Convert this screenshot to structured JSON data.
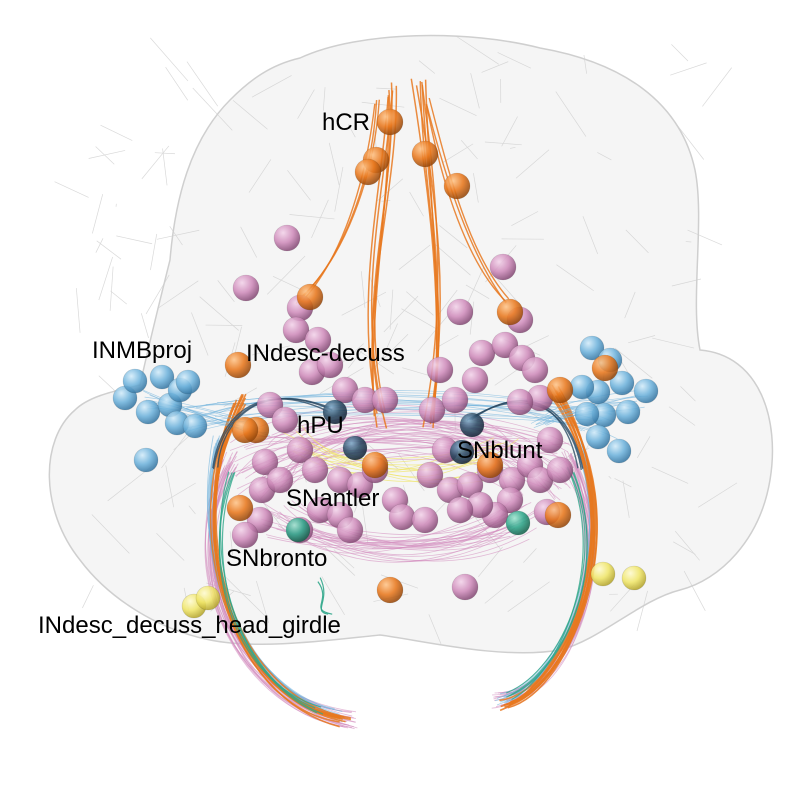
{
  "figure": {
    "labels": {
      "hCR": "hCR",
      "INMBproj": "INMBproj",
      "INdesc_decuss": "INdesc-decuss",
      "hPU": "hPU",
      "SNblunt": "SNblunt",
      "SNantler": "SNantler",
      "SNbronto": "SNbronto",
      "INdesc_decuss_head_girdle": "INdesc_decuss_head_girdle"
    },
    "colors": {
      "orange": "#E8781E",
      "pink": "#D48FC0",
      "blue": "#6FB3DC",
      "teal": "#2FA68A",
      "yellow": "#F0E66A",
      "dark": "#2C4B64",
      "mesh": "#BDBDBD"
    }
  }
}
